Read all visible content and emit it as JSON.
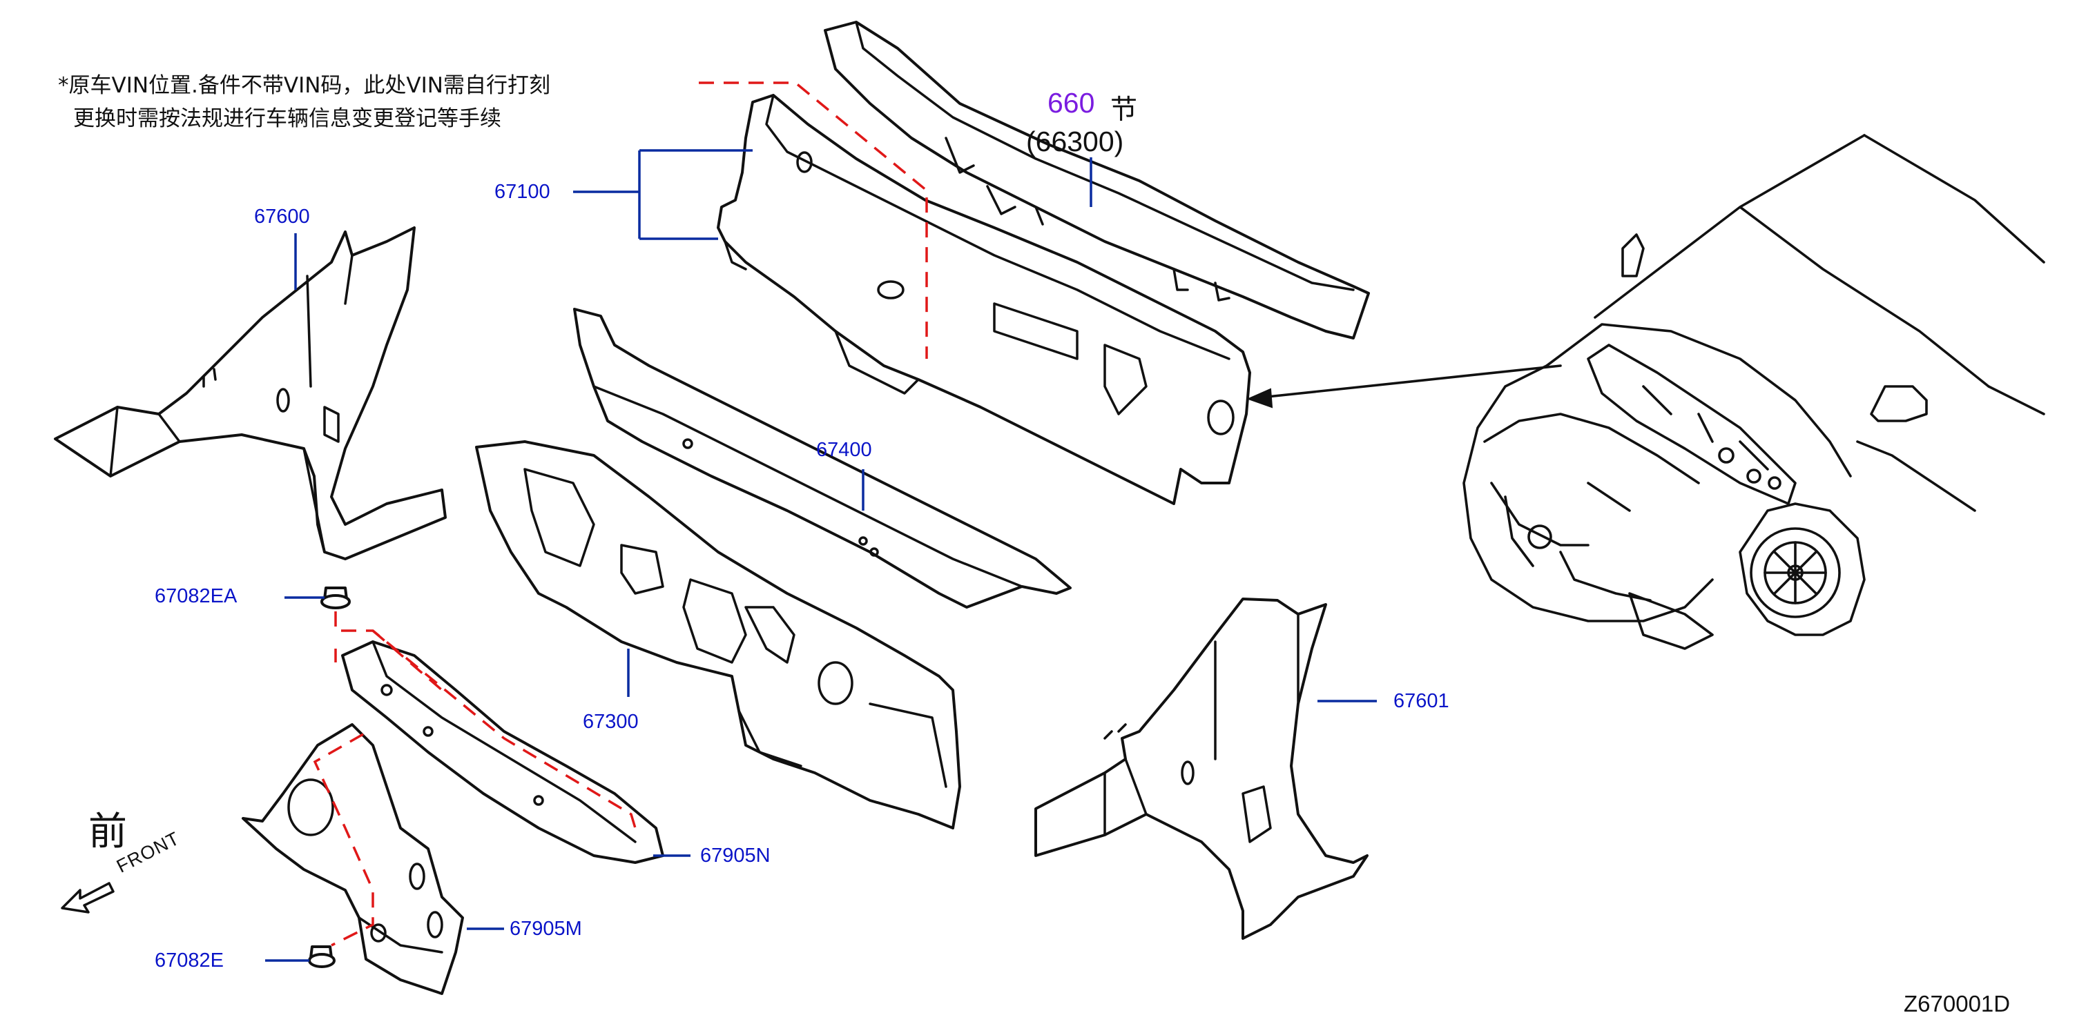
{
  "notes": {
    "line1": "*原车VIN位置.备件不带VIN码，此处VIN需自行打刻",
    "line2": "更换时需按法规进行车辆信息变更登记等手续"
  },
  "section_ref": {
    "number": "660",
    "suffix": "节",
    "part": "(66300)"
  },
  "callouts": {
    "p67100": "67100",
    "p67600": "67600",
    "p67400": "67400",
    "p67082EA": "67082EA",
    "p67300": "67300",
    "p67601": "67601",
    "p67905N": "67905N",
    "p67905M": "67905M",
    "p67082E": "67082E"
  },
  "front": {
    "cn": "前",
    "en": "FRONT"
  },
  "diagram_code": "Z670001D",
  "colors": {
    "callout": "#0a14c8",
    "section_number": "#7a1ce0",
    "dashed_guide": "#e01818",
    "line_art": "#111111"
  }
}
